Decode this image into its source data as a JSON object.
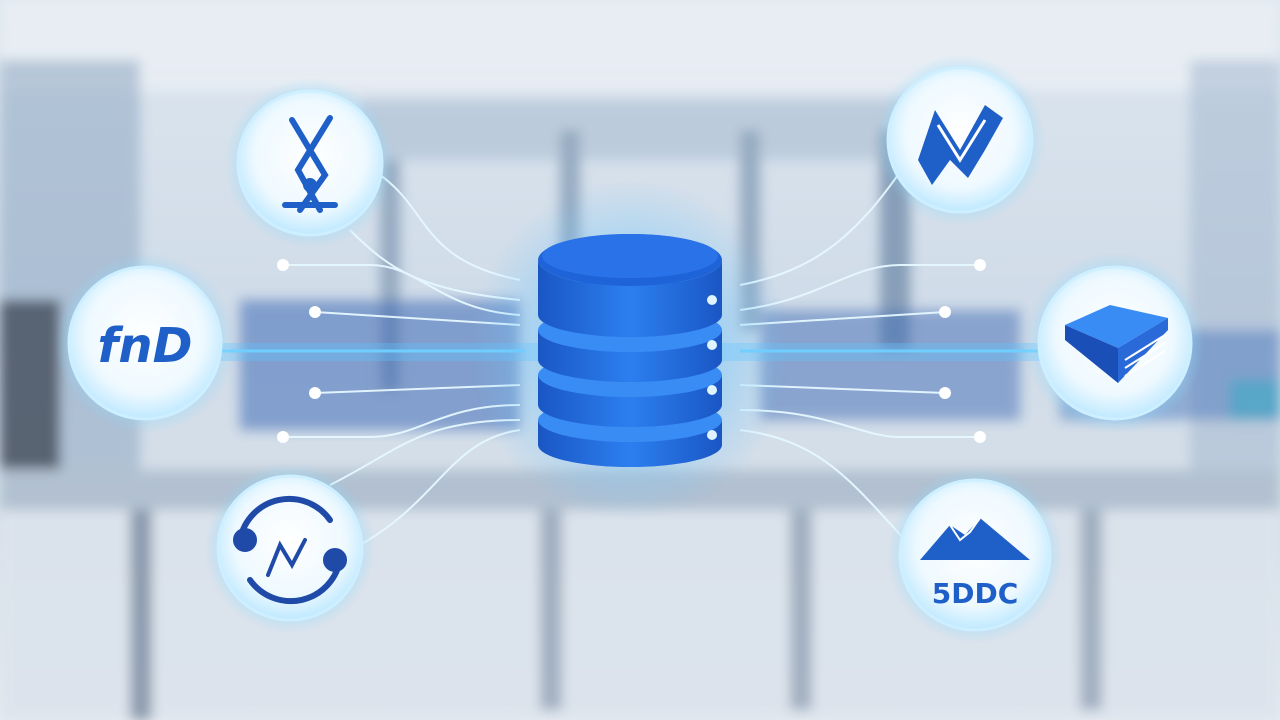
{
  "image": {
    "description_subject": "database-integration",
    "accent_color": "#1e63d6",
    "glow_color": "#7fd4ff"
  },
  "hub": {
    "icon": "database-cylinder-icon",
    "disk_count": 4
  },
  "nodes": [
    {
      "id": "top-left",
      "icon": "compass-x-logo-icon"
    },
    {
      "id": "mid-left",
      "icon": "fnd-logo-icon",
      "text": "fnD"
    },
    {
      "id": "bottom-left",
      "icon": "circular-arrows-logo-icon"
    },
    {
      "id": "top-right",
      "icon": "m-mountain-logo-icon"
    },
    {
      "id": "mid-right",
      "icon": "chevron-box-logo-icon"
    },
    {
      "id": "bottom-right",
      "icon": "mountain-logo-icon",
      "text": "5DDC"
    }
  ]
}
